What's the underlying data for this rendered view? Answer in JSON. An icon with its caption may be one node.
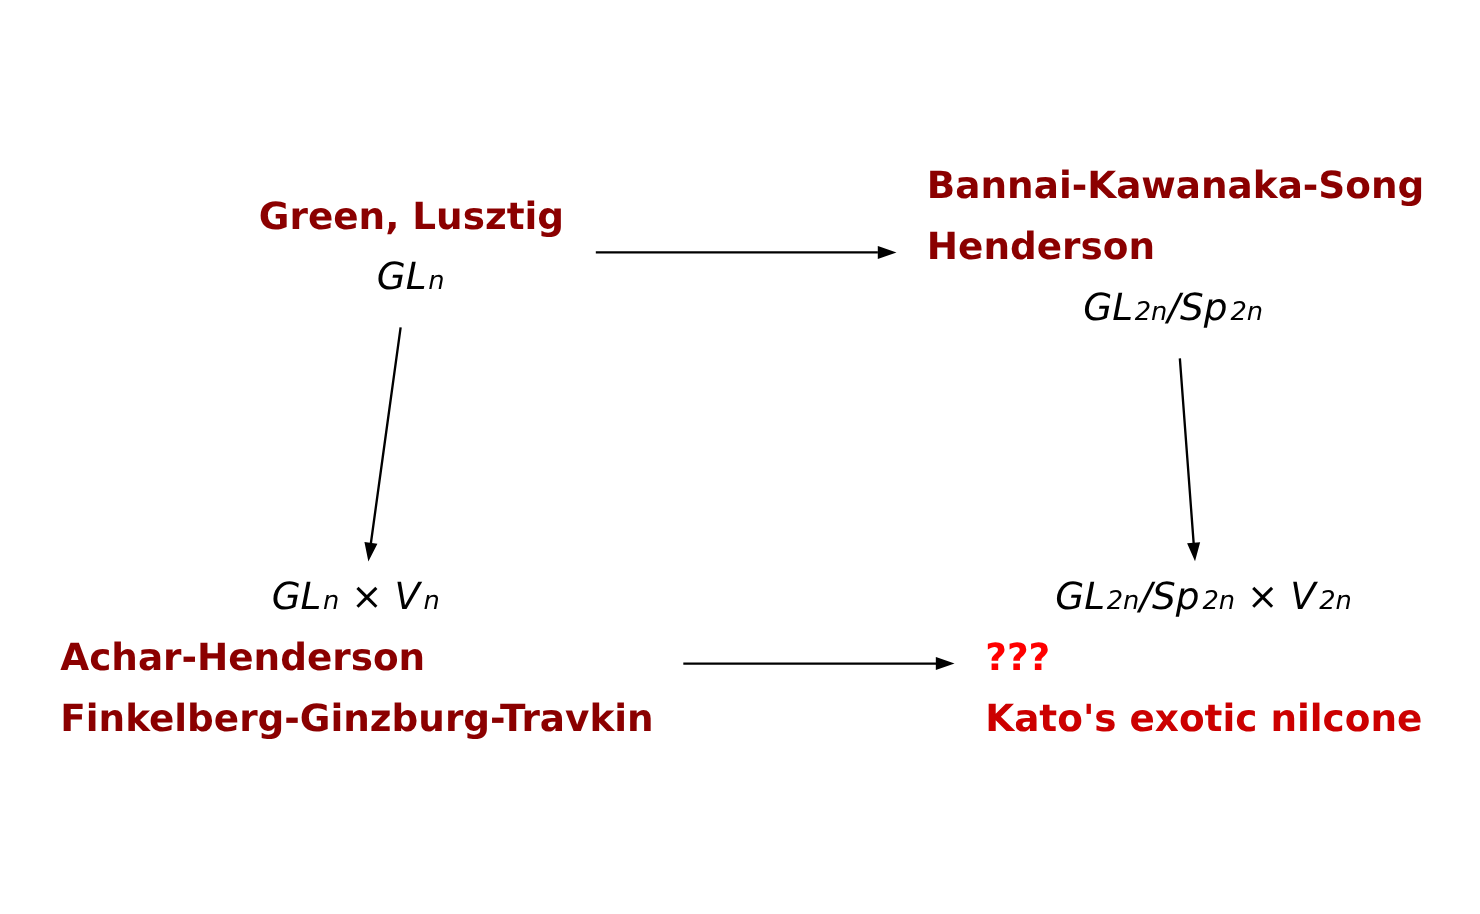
{
  "diagram": {
    "nodes": [
      {
        "text": [
          "GL$_{n}$"
        ],
        "beside": [
          "Green, Lusztig"
        ]
      },
      {
        "text": [
          "GL$_{2n}$/Sp$_{2n}$"
        ],
        "beside": [
          "Bannai-Kawanaka-Song",
          "Henderson"
        ]
      },
      {
        "text": [
          "GL$_{n}$ × V$_{n}$"
        ],
        "beside": [
          "Achar-Henderson",
          "Finkelberg-Ginzburg-Travkin"
        ]
      },
      {
        "text": [
          "GL$_{2n}$/Sp$_{2n}$ × V$_{2n}$"
        ],
        "beside": [
          "???",
          "Kato's exotic nilcone"
        ]
      }
    ],
    "edges": [
      {
        "from": 0,
        "to": 1,
        "arrow": "to"
      },
      {
        "from": 0,
        "to": 2,
        "arrow": "to"
      },
      {
        "from": 1,
        "to": 3,
        "arrow": "to"
      },
      {
        "from": 2,
        "to": 3,
        "arrow": "to"
      }
    ]
  }
}
